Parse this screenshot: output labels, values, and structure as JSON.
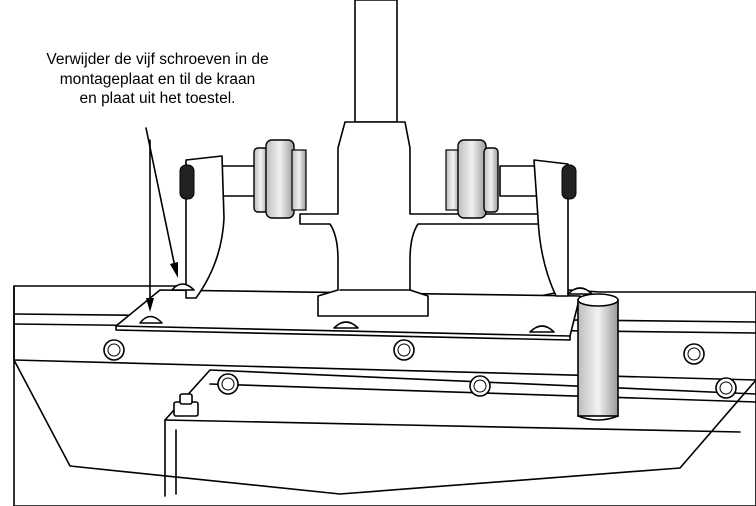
{
  "instruction": {
    "lines": [
      "Verwijder de vijf schroeven in de",
      "montageplaat en til de kraan",
      "en plaat uit het toestel."
    ]
  },
  "colors": {
    "line": "#000000",
    "shade": "#cfcfcf",
    "background": "#ffffff"
  },
  "icons": [
    "pointer-arrow",
    "screw-head",
    "nut"
  ]
}
